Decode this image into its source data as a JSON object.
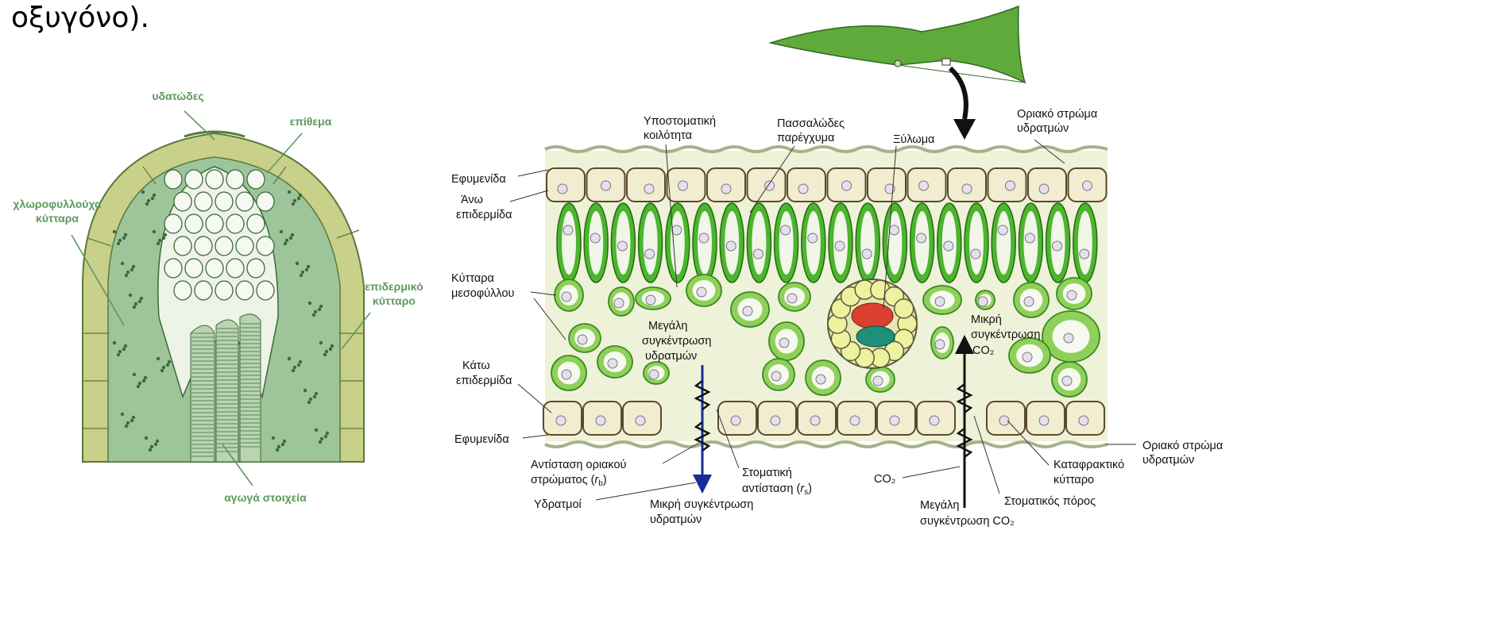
{
  "heading": "οξυγόνο).",
  "left_figure": {
    "labels": {
      "hydathode": "υδατώδες",
      "epithem": "επίθεμα",
      "chlorophyll_cells": [
        "χλωροφυλλούχα",
        "κύτταρα"
      ],
      "epidermal_cell": [
        "επιδερμικό",
        "κύτταρο"
      ],
      "conducting_elements": "αγωγά στοιχεία"
    }
  },
  "right_figure": {
    "labels": {
      "cuticle_top": "Εφυμενίδα",
      "upper_epidermis": [
        "Άνω",
        "επιδερμίδα"
      ],
      "substomatal_cavity": [
        "Υποστοματική",
        "κοιλότητα"
      ],
      "palisade": [
        "Πασσαλώδες",
        "παρέγχυμα"
      ],
      "xylem": "Ξύλωμα",
      "boundary_layer_top": [
        "Οριακό στρώμα",
        "υδρατμών"
      ],
      "mesophyll": [
        "Κύτταρα",
        "μεσοφύλλου"
      ],
      "high_water": [
        "Μεγάλη",
        "συγκέντρωση",
        "υδρατμών"
      ],
      "low_co2": [
        "Μικρή",
        "συγκέντρωση"
      ],
      "low_co2_formula": "CO₂",
      "lower_epidermis": [
        "Κάτω",
        "επιδερμίδα"
      ],
      "cuticle_bottom": "Εφυμενίδα",
      "boundary_resistance": [
        "Αντίσταση οριακού",
        "στρώματος ("
      ],
      "rb_symbol": "r",
      "rb_sub": "b",
      "stomatal_resistance": [
        "Στοματική",
        "αντίσταση ("
      ],
      "rs_symbol": "r",
      "rs_sub": "s",
      "water_vapour": "Υδρατμοί",
      "low_water": [
        "Μικρή συγκέντρωση",
        "υδρατμών"
      ],
      "co2_left": "CO₂",
      "high_co2": [
        "Μεγάλη",
        "συγκέντρωση CO₂"
      ],
      "guard_cell": [
        "Καταφρακτικό",
        "κύτταρο"
      ],
      "stomatal_pore": "Στοματικός πόρος",
      "boundary_layer_bottom": [
        "Οριακό στρώμα",
        "υδρατμών"
      ]
    }
  },
  "colors": {
    "left_label": "#5c9a5c",
    "epidermis_fill": "#c9d08a",
    "chloro_fill": "#9ec59a",
    "palisade_fill": "#4cb52f",
    "xylem_red": "#d9402f",
    "phloem_teal": "#1f8f7a",
    "arrow_blue": "#1a2a9a"
  }
}
